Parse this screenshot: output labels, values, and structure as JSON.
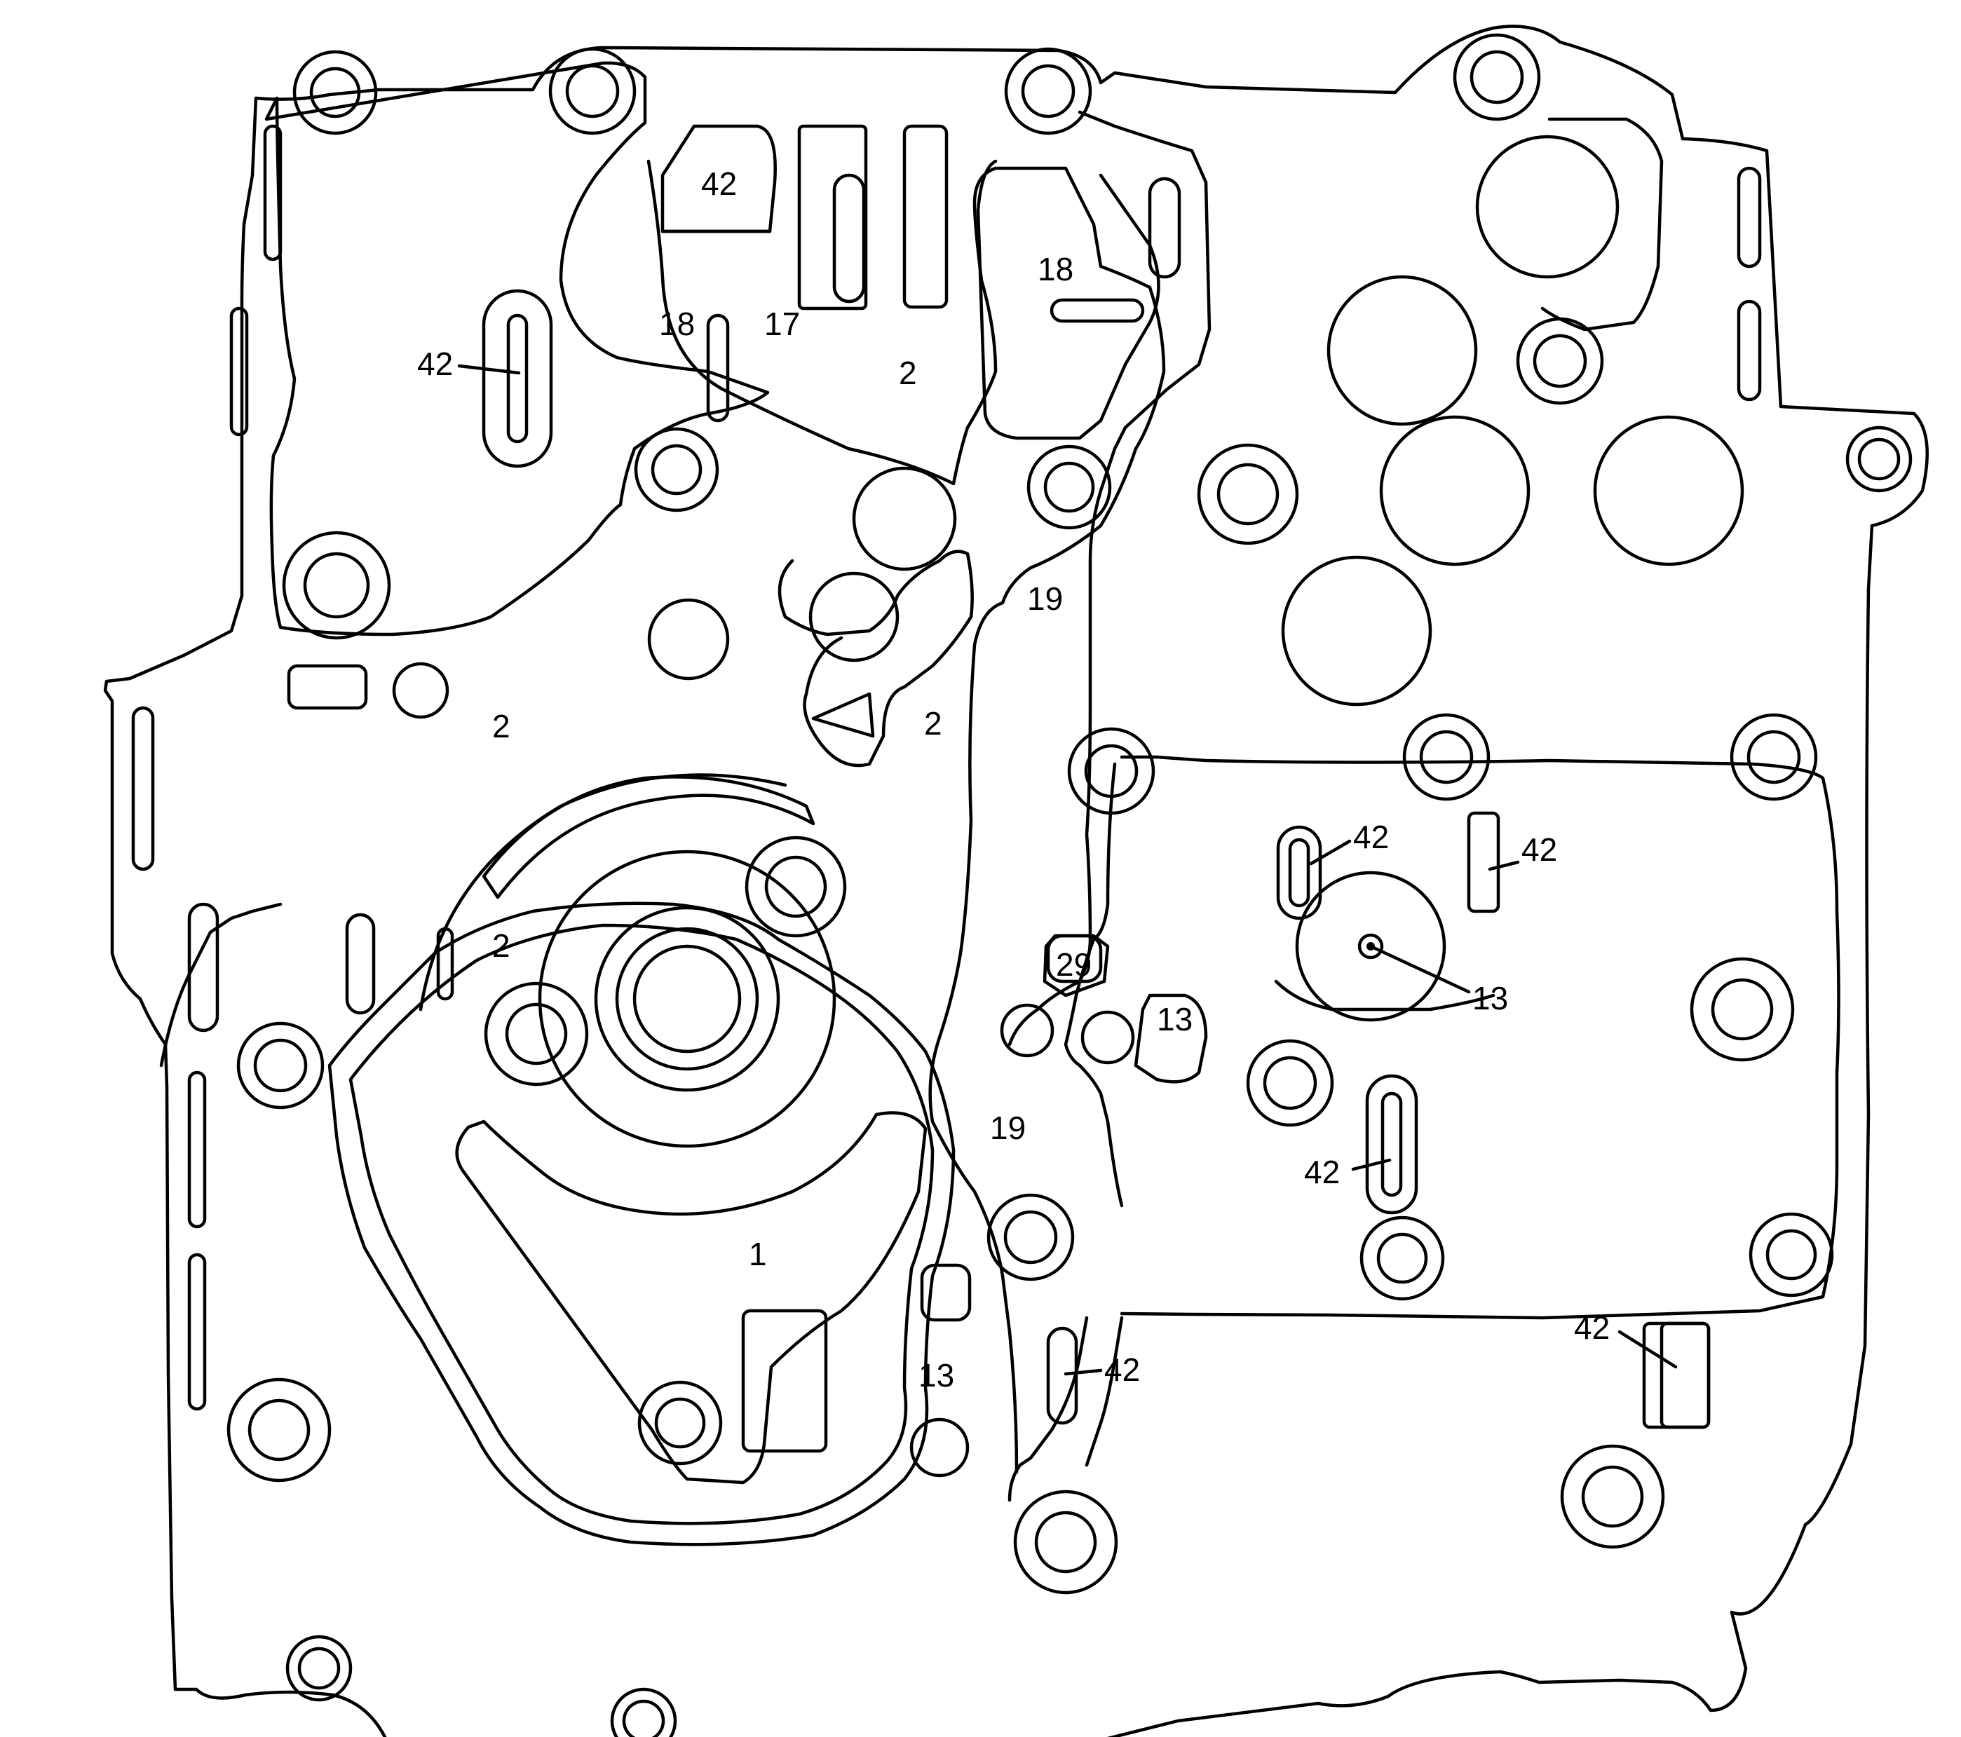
{
  "diagram": {
    "labels": [
      {
        "id": "l42a",
        "text": "42"
      },
      {
        "id": "l42b",
        "text": "42"
      },
      {
        "id": "l18a",
        "text": "18"
      },
      {
        "id": "l17",
        "text": "17"
      },
      {
        "id": "l2a",
        "text": "2"
      },
      {
        "id": "l18b",
        "text": "18"
      },
      {
        "id": "l19a",
        "text": "19"
      },
      {
        "id": "l2b",
        "text": "2"
      },
      {
        "id": "l2c",
        "text": "2"
      },
      {
        "id": "l2d",
        "text": "2"
      },
      {
        "id": "l42c",
        "text": "42"
      },
      {
        "id": "l42d",
        "text": "42"
      },
      {
        "id": "l29",
        "text": "29"
      },
      {
        "id": "l13a",
        "text": "13"
      },
      {
        "id": "l13b",
        "text": "13"
      },
      {
        "id": "l19b",
        "text": "19"
      },
      {
        "id": "l42e",
        "text": "42"
      },
      {
        "id": "l1",
        "text": "1"
      },
      {
        "id": "l13c",
        "text": "13"
      },
      {
        "id": "l42f",
        "text": "42"
      },
      {
        "id": "l42g",
        "text": "42"
      }
    ]
  }
}
